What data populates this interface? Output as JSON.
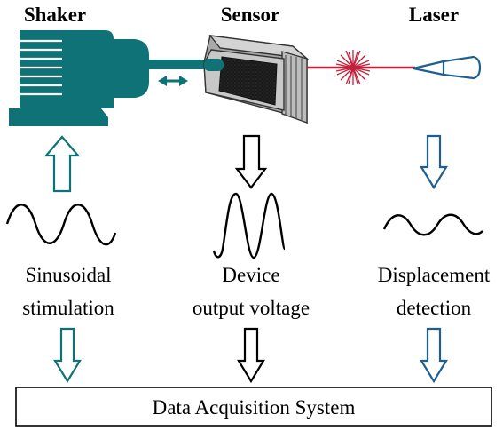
{
  "headers": {
    "shaker": "Shaker",
    "sensor": "Sensor",
    "laser": "Laser"
  },
  "labels": {
    "sinusoidal_line1": "Sinusoidal",
    "sinusoidal_line2": "stimulation",
    "device_line1": "Device",
    "device_line2": "output voltage",
    "displacement_line1": "Displacement",
    "displacement_line2": "detection"
  },
  "daq_box": {
    "label": "Data Acquisition System"
  },
  "colors": {
    "shaker": "#0e7277",
    "laser_blue": "#1f5f8f",
    "laser_beam": "#c0203a",
    "sensor_gray": "#b9b9b9",
    "black": "#000000"
  },
  "icons": {
    "shaker": "shaker-device-icon",
    "sensor": "sensor-device-icon",
    "laser": "laser-emitter-icon",
    "spot": "laser-spot-icon"
  }
}
